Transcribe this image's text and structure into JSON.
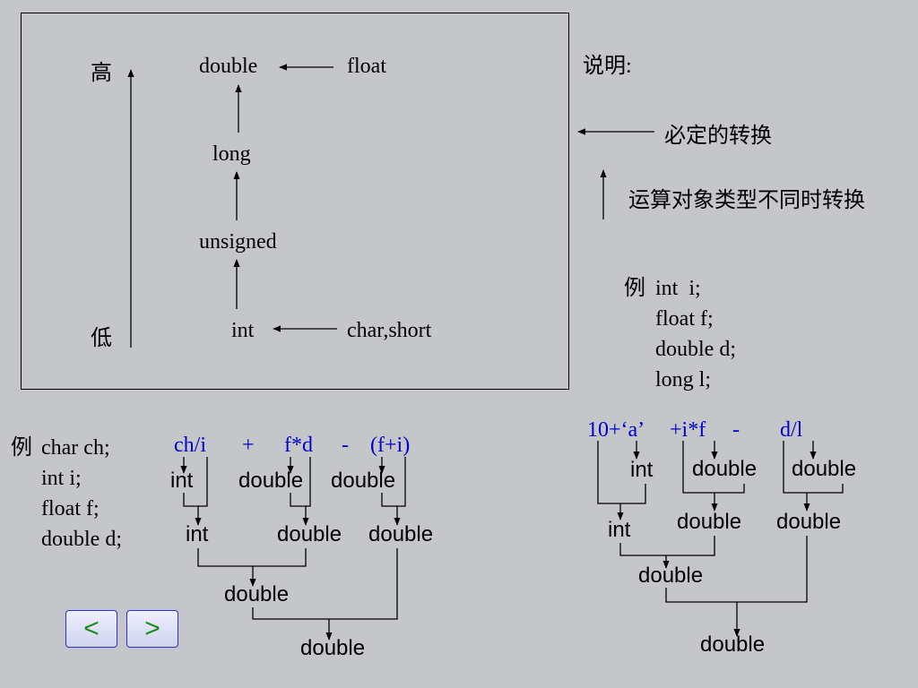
{
  "hierarchy": {
    "high": "高",
    "low": "低",
    "double": "double",
    "float": "float",
    "long": "long",
    "unsigned": "unsigned",
    "int": "int",
    "charshort": "char,short"
  },
  "legend": {
    "title": "说明:",
    "required": "必定的转换",
    "operand": "运算对象类型不同时转换"
  },
  "example_right": {
    "label": "例",
    "lines": [
      "int  i;",
      "float f;",
      "double d;",
      "long l;"
    ]
  },
  "example_left": {
    "label": "例",
    "lines": [
      "char ch;",
      "int i;",
      "float f;",
      "double d;"
    ]
  },
  "expr_left": {
    "p1": "ch/i",
    "op1": "+",
    "p2": "f*d",
    "op2": "-",
    "p3": "(f+i)",
    "r1a": "int",
    "r1b": "double",
    "r1c": "double",
    "r2a": "int",
    "r2b": "double",
    "r2c": "double",
    "r3": "double",
    "r4": "double"
  },
  "expr_right": {
    "p1": "10+‘a’",
    "p2": "+i*f",
    "op": "-",
    "p3": "d/l",
    "r1a": "int",
    "r1b": "double",
    "r1c": "double",
    "r2a": "int",
    "r2b": "double",
    "r2c": "double",
    "r3": "double",
    "r4": "double"
  },
  "nav": {
    "prev": "<",
    "next": ">"
  }
}
